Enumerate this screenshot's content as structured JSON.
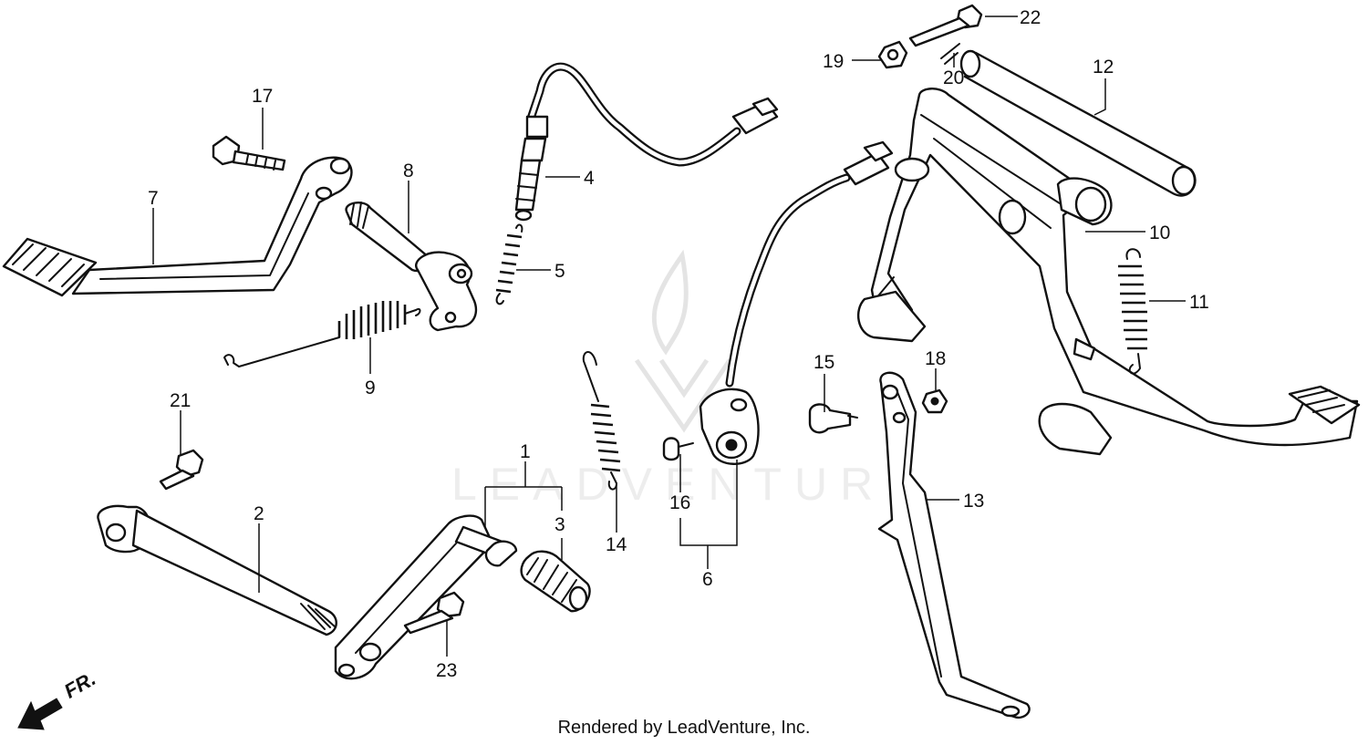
{
  "credit": "Rendered by LeadVenture, Inc.",
  "watermark": "LEADVENTURE",
  "direction_label": "FR.",
  "callouts": [
    "1",
    "2",
    "3",
    "4",
    "5",
    "6",
    "7",
    "8",
    "9",
    "10",
    "11",
    "12",
    "13",
    "14",
    "15",
    "16",
    "17",
    "18",
    "19",
    "20",
    "21",
    "22",
    "23"
  ],
  "colors": {
    "line": "#111111",
    "background": "#ffffff",
    "watermark": "#e4e4e4"
  }
}
